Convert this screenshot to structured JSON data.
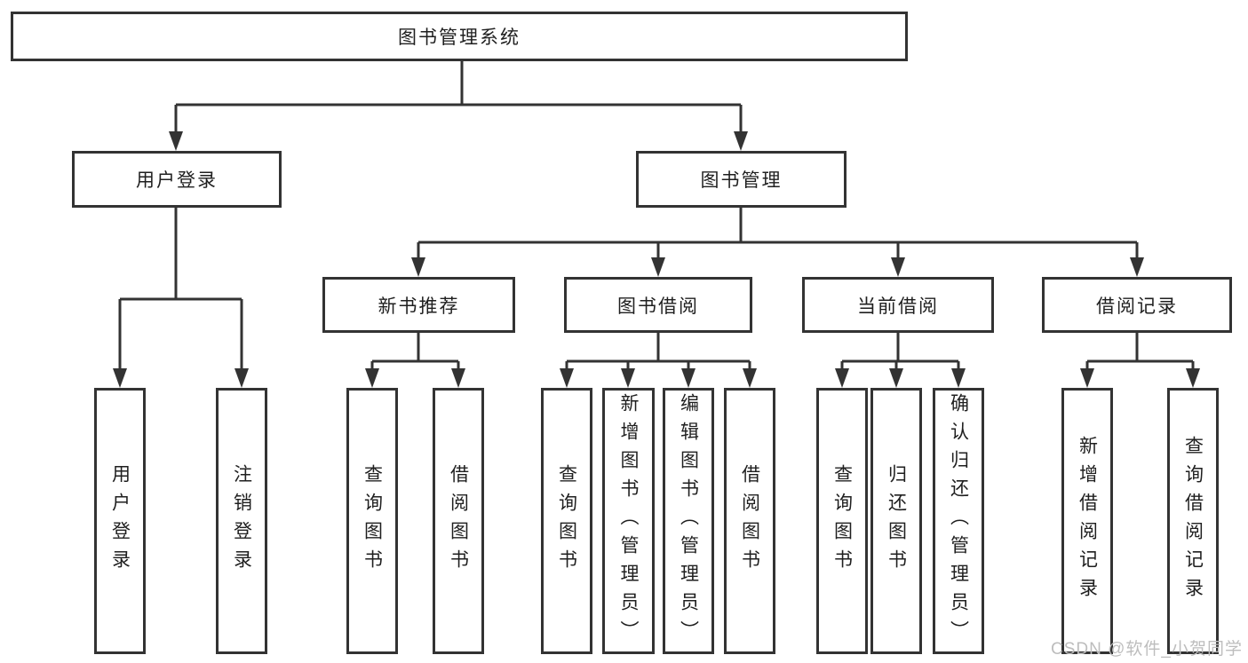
{
  "diagram": {
    "title": "图书管理系统",
    "branches": [
      {
        "label": "用户登录",
        "children": [
          {
            "label": "用户登录"
          },
          {
            "label": "注销登录"
          }
        ]
      },
      {
        "label": "图书管理",
        "children": [
          {
            "label": "新书推荐",
            "children": [
              {
                "label": "查询图书"
              },
              {
                "label": "借阅图书"
              }
            ]
          },
          {
            "label": "图书借阅",
            "children": [
              {
                "label": "查询图书"
              },
              {
                "label": "新增图书（管理员）"
              },
              {
                "label": "编辑图书（管理员）"
              },
              {
                "label": "借阅图书"
              }
            ]
          },
          {
            "label": "当前借阅",
            "children": [
              {
                "label": "查询图书"
              },
              {
                "label": "归还图书"
              },
              {
                "label": "确认归还（管理员）"
              }
            ]
          },
          {
            "label": "借阅记录",
            "children": [
              {
                "label": "新增借阅记录"
              },
              {
                "label": "查询借阅记录"
              }
            ]
          }
        ]
      }
    ]
  },
  "watermark": {
    "text": "CSDN @软件_小贺同学"
  },
  "colors": {
    "line": "#333333",
    "text": "#1f1f1f",
    "watermark": "#bdbdbd",
    "background": "#ffffff"
  }
}
